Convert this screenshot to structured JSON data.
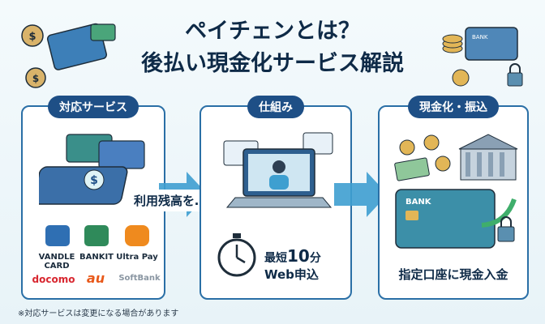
{
  "header": {
    "title_line1": "ペイチェンとは？",
    "title_line2": "後払い現金化サービス解説"
  },
  "panels": [
    {
      "tag": "対応サービス"
    },
    {
      "tag": "仕組み"
    },
    {
      "tag": "現金化・振込"
    }
  ],
  "services": [
    {
      "name": "VANDLE CARD",
      "icon": "card-icon",
      "color": "#2f6fb3"
    },
    {
      "name": "BANKIT",
      "icon": "card-icon",
      "color": "#2f8a5a"
    },
    {
      "name": "Ultra Pay",
      "icon": "ultrapay-icon",
      "color": "#ef8a1e"
    },
    {
      "name": "docomo",
      "icon": "docomo-logo",
      "color": "#d8262f"
    },
    {
      "name": "au",
      "icon": "au-logo",
      "color": "#e8591a"
    },
    {
      "name": "SoftBank",
      "icon": "softbank-logo",
      "color": "#8a96a2"
    }
  ],
  "mechanism": {
    "arrow_label": "利用残高を…",
    "time_prefix": "最短",
    "time_value": "10",
    "time_unit": "分",
    "apply_text": "Web申込"
  },
  "payout": {
    "card_label": "BANK",
    "text": "指定口座に現金入金"
  },
  "decor": {
    "card_label_top": "BANK"
  },
  "footnote": "※対応サービスは変更になる場合があります"
}
